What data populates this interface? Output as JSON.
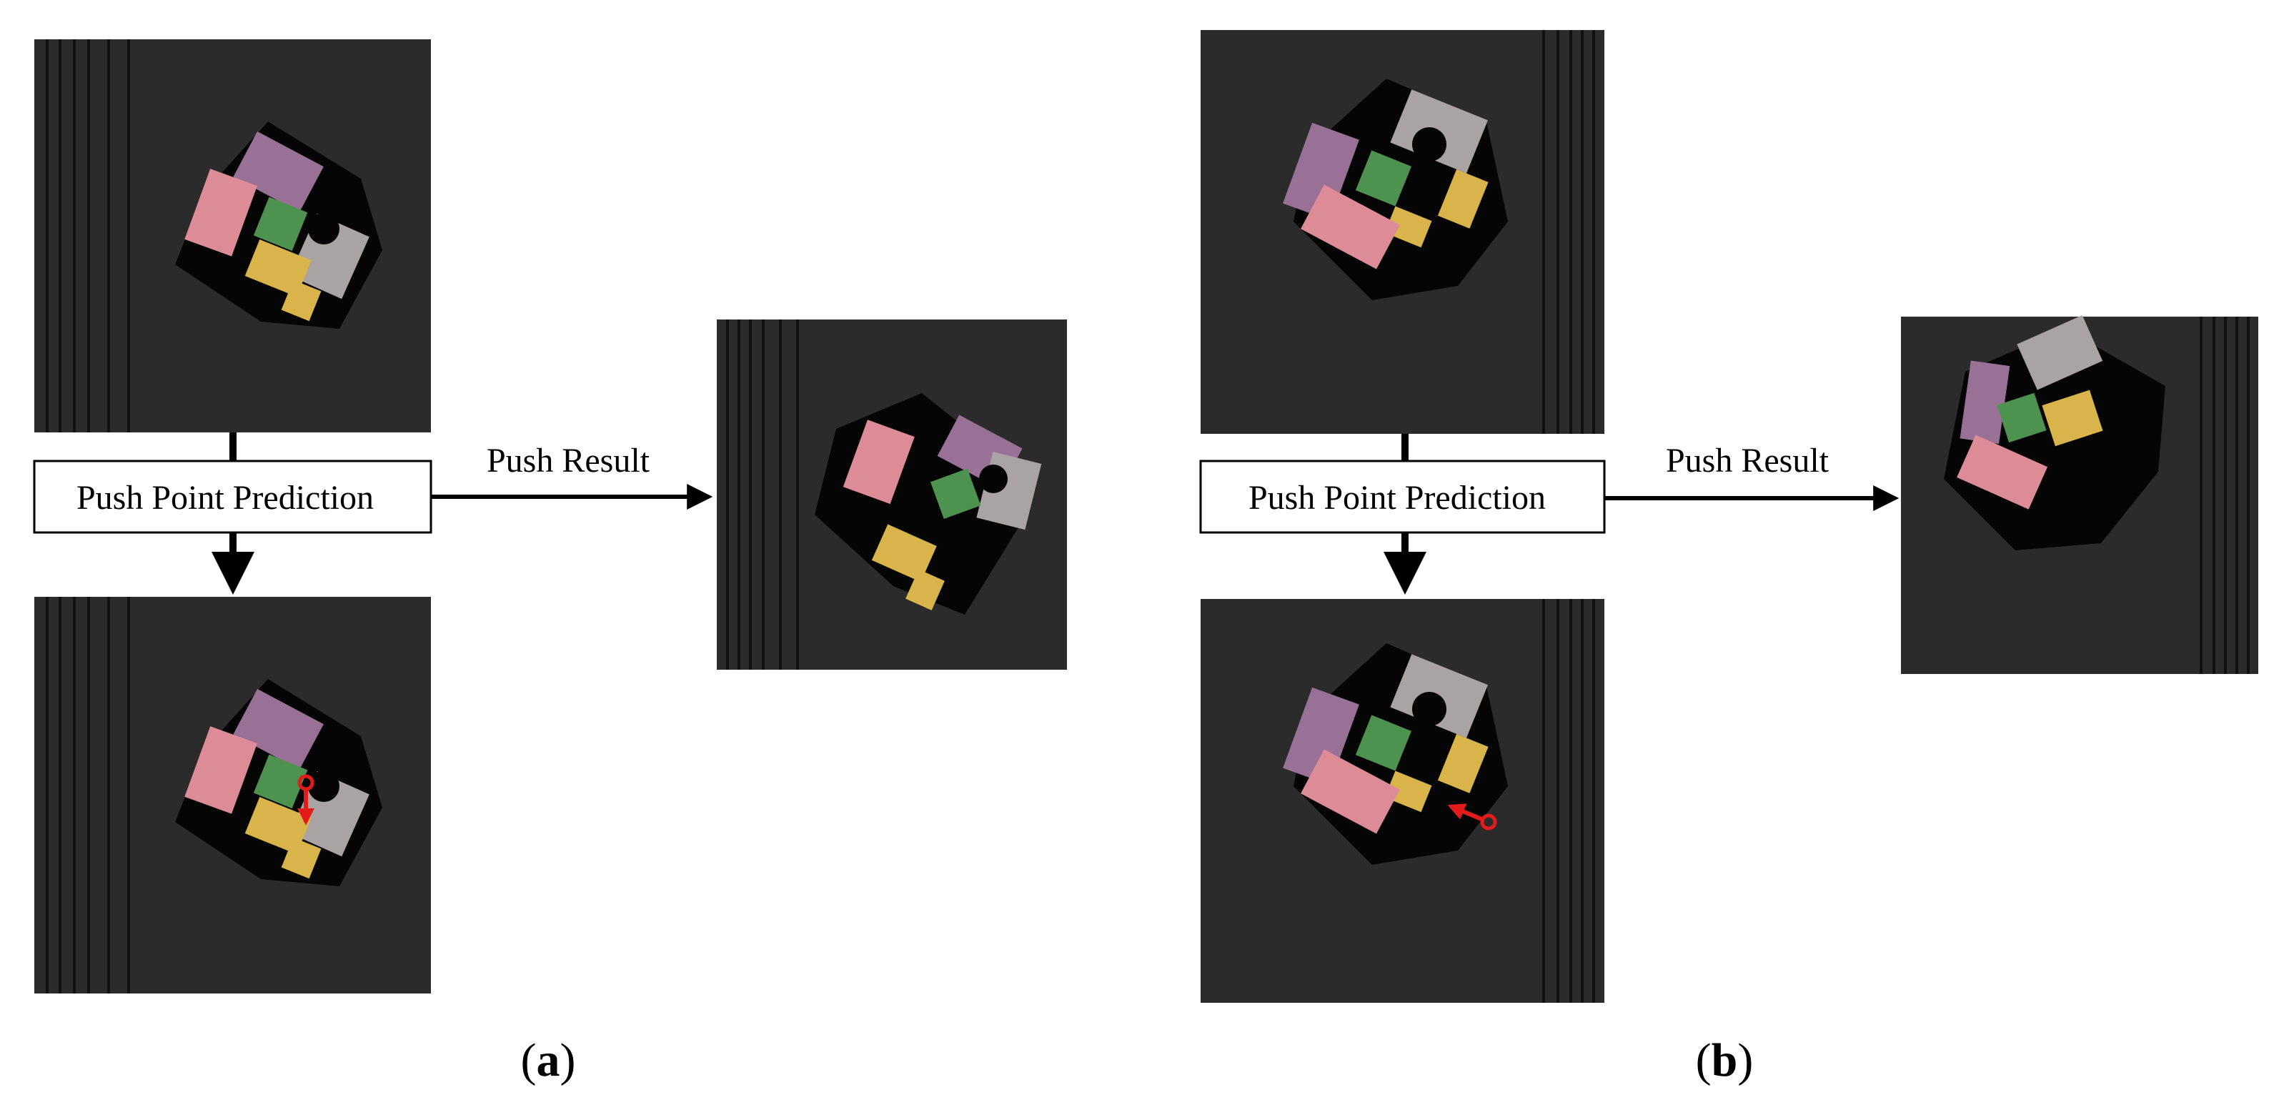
{
  "labels": {
    "push_point_prediction": "Push Point Prediction",
    "push_result": "Push Result"
  },
  "captions": {
    "a_open": "(",
    "a_letter": "a",
    "a_close": ")",
    "b_open": "(",
    "b_letter": "b",
    "b_close": ")"
  },
  "colors": {
    "background": "#ffffff",
    "scene_bg": "#2b2b2b",
    "shadow": "#050505",
    "purple": "#9a7196",
    "pink": "#de8b98",
    "gray": "#a9a3a3",
    "green": "#4e9250",
    "yellow": "#d8b44b",
    "push_marker": "#e31b1b",
    "arrow": "#000000"
  },
  "icons": {
    "push_marker": "red-circle-with-arrow"
  }
}
